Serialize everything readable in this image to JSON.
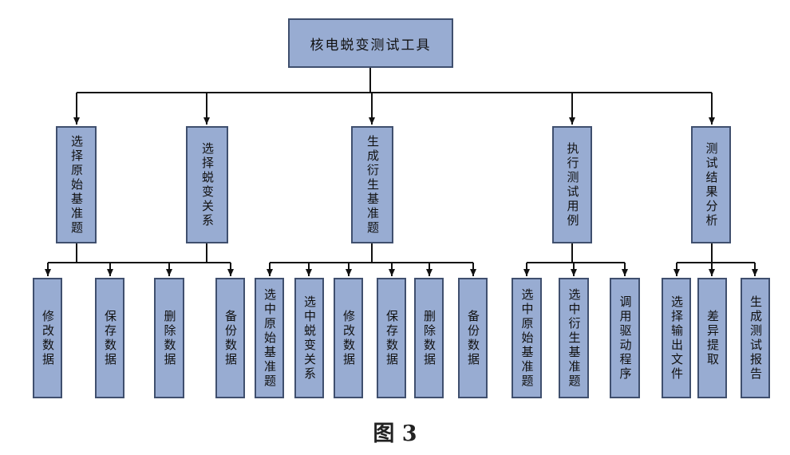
{
  "root": "核电蜕变测试工具",
  "groups": [
    {
      "label": "选择原始基准题"
    },
    {
      "label": "选择蜕变关系"
    },
    {
      "label": "生成衍生基准题"
    },
    {
      "label": "执行测试用例"
    },
    {
      "label": "测试结果分析"
    }
  ],
  "leaves": [
    "修改数据",
    "保存数据",
    "删除数据",
    "备份数据",
    "选中原始基准题",
    "选中蜕变关系",
    "修改数据",
    "保存数据",
    "删除数据",
    "备份数据",
    "选中原始基准题",
    "选中衍生基准题",
    "调用驱动程序",
    "选择输出文件",
    "差异提取",
    "生成测试报告"
  ],
  "caption": "图 3",
  "colors": {
    "box_fill": "#98acd2",
    "box_border": "#3f4f6e",
    "line": "#111111"
  }
}
